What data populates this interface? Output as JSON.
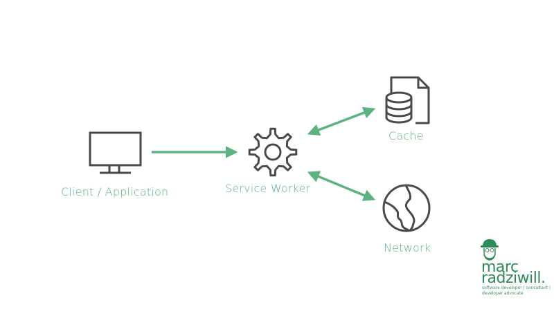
{
  "nodes": {
    "client": {
      "label": "Client / Application",
      "icon": "monitor-icon"
    },
    "service_worker": {
      "label": "Service Worker",
      "icon": "gear-icon"
    },
    "cache": {
      "label": "Cache",
      "icon": "database-file-icon"
    },
    "network": {
      "label": "Network",
      "icon": "globe-icon"
    }
  },
  "edges": [
    {
      "from": "client",
      "to": "service_worker",
      "direction": "one-way"
    },
    {
      "from": "service_worker",
      "to": "cache",
      "direction": "two-way"
    },
    {
      "from": "service_worker",
      "to": "network",
      "direction": "two-way"
    }
  ],
  "colors": {
    "accent": "#5db37f",
    "icon_stroke": "#4a4a4a",
    "brand": "#2e8b57"
  },
  "branding": {
    "name_line1": "marc",
    "name_line2": "radziwill.",
    "tagline_line1": "software developer | consultant |",
    "tagline_line2": "developer advocate",
    "avatar": "avatar-hat-glasses-icon"
  }
}
